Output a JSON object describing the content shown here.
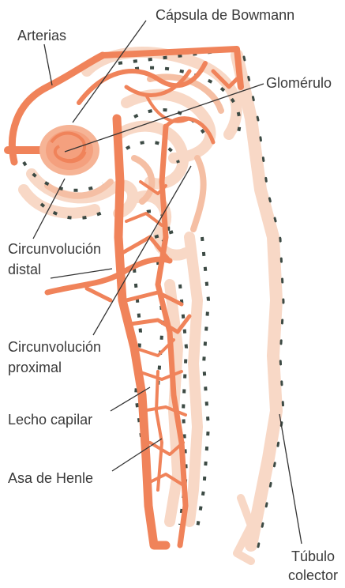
{
  "labels": {
    "arterias": "Arterias",
    "capsula_bowmann": "Cápsula de Bowmann",
    "glomerulo": "Glomérulo",
    "circunvolucion_distal": [
      "Circunvolución",
      "distal"
    ],
    "circunvolucion_proximal": [
      "Circunvolución",
      "proximal"
    ],
    "lecho_capilar": "Lecho capilar",
    "asa_henle": "Asa de Henle",
    "tubulo_colector": [
      "Túbulo",
      "colector"
    ]
  },
  "colors": {
    "vessel": "#f0835a",
    "glomerulus": "#f4a07e",
    "tubule_pale": "#f8d8c6",
    "tubule_mid": "#f5bfa4",
    "shadow": "#3c4a44",
    "leader_line": "#333333",
    "text": "#3a3a3a"
  }
}
